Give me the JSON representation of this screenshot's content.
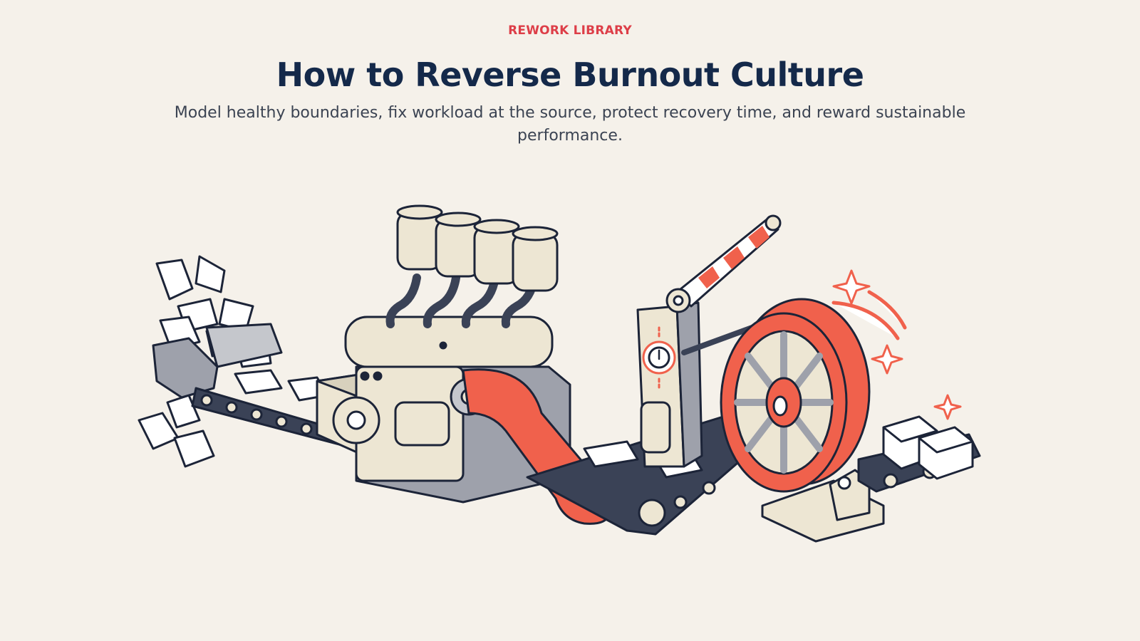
{
  "header": {
    "eyebrow": "REWORK LIBRARY",
    "title": "How to Reverse Burnout Culture",
    "subtitle": "Model healthy boundaries, fix workload at the source, protect recovery time, and reward sustainable performance."
  },
  "illustration": {
    "subject": "burnout-machine",
    "colors": {
      "background": "#f5f1ea",
      "ink": "#1c2438",
      "accent": "#f0614c",
      "cream": "#ede6d3",
      "steel": "#9ea1ab"
    }
  }
}
